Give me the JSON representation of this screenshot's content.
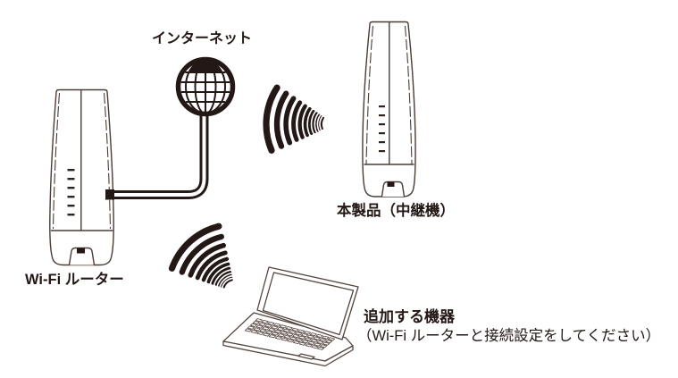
{
  "title": "Wi-Fi repeater setup diagram",
  "colors": {
    "ink": "#231815",
    "outline": "#4a3c36",
    "background": "#ffffff"
  },
  "nodes": {
    "internet": {
      "label": "インターネット",
      "icon": "globe-icon"
    },
    "router": {
      "label": "Wi-Fi ルーター",
      "icon": "wifi-router-tower-icon"
    },
    "repeater": {
      "label": "本製品（中継機）",
      "icon": "repeater-tower-icon"
    },
    "client": {
      "label": "追加する機器",
      "note": "（Wi-Fi ルーターと接続設定をしてください）",
      "icon": "laptop-icon"
    }
  },
  "connections": [
    {
      "from": "internet",
      "to": "router",
      "type": "wired",
      "icon": "lan-cable"
    },
    {
      "from": "router",
      "to": "repeater",
      "type": "wireless",
      "icon": "wifi-waves-icon"
    },
    {
      "from": "router",
      "to": "client",
      "type": "wireless",
      "icon": "wifi-waves-icon"
    }
  ]
}
